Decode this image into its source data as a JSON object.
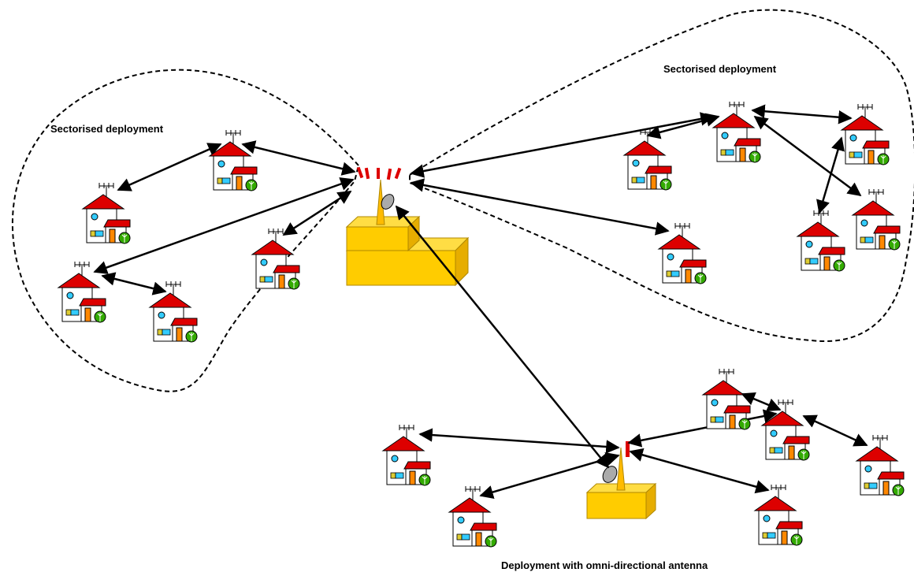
{
  "labels": {
    "left_group": "Sectorised deployment",
    "right_group": "Sectorised deployment",
    "bottom_group": "Deployment with omni-directional antenna"
  },
  "colors": {
    "roof": "#dd0000",
    "wall": "#ffffff",
    "door": "#ff8800",
    "window": "#33ccff",
    "tree": "#33aa00",
    "building": "#ffcc00",
    "building_shade": "#e6ad00",
    "sector_antenna": "#dd0000",
    "mast": "#ffbb00",
    "dish": "#aaaaaa",
    "link": "#000000"
  },
  "icons": [
    "house-icon",
    "rooftop-antenna-icon",
    "base-station-building-icon",
    "sector-antenna-icon",
    "dish-antenna-icon",
    "mast-icon"
  ]
}
